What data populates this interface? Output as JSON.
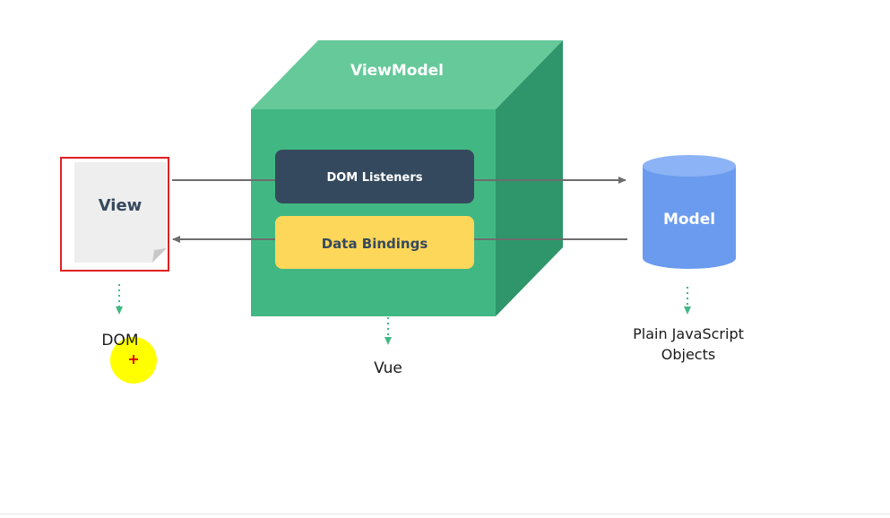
{
  "diagram": {
    "viewmodel_label": "ViewModel",
    "dom_listeners_label": "DOM Listeners",
    "data_bindings_label": "Data Bindings",
    "view_label": "View",
    "model_label": "Model",
    "dom_caption": "DOM",
    "vue_caption": "Vue",
    "model_caption_line1": "Plain JavaScript",
    "model_caption_line2": "Objects"
  },
  "colors": {
    "cube_front": "#41b883",
    "cube_top": "#66c99a",
    "cube_side": "#2f956a",
    "dom_listeners_bg": "#35495e",
    "data_bindings_bg": "#fdd75a",
    "model_body": "#6b9bef",
    "model_top": "#8cb3f5",
    "view_page": "#eeeeee",
    "selection_border": "#e02020",
    "arrow": "#6d6d6d",
    "dotted_arrow": "#41b883",
    "cursor_highlight": "#ffff00",
    "cursor_cross": "#e00000"
  },
  "icons": {
    "cursor": "crosshair-plus-icon"
  }
}
